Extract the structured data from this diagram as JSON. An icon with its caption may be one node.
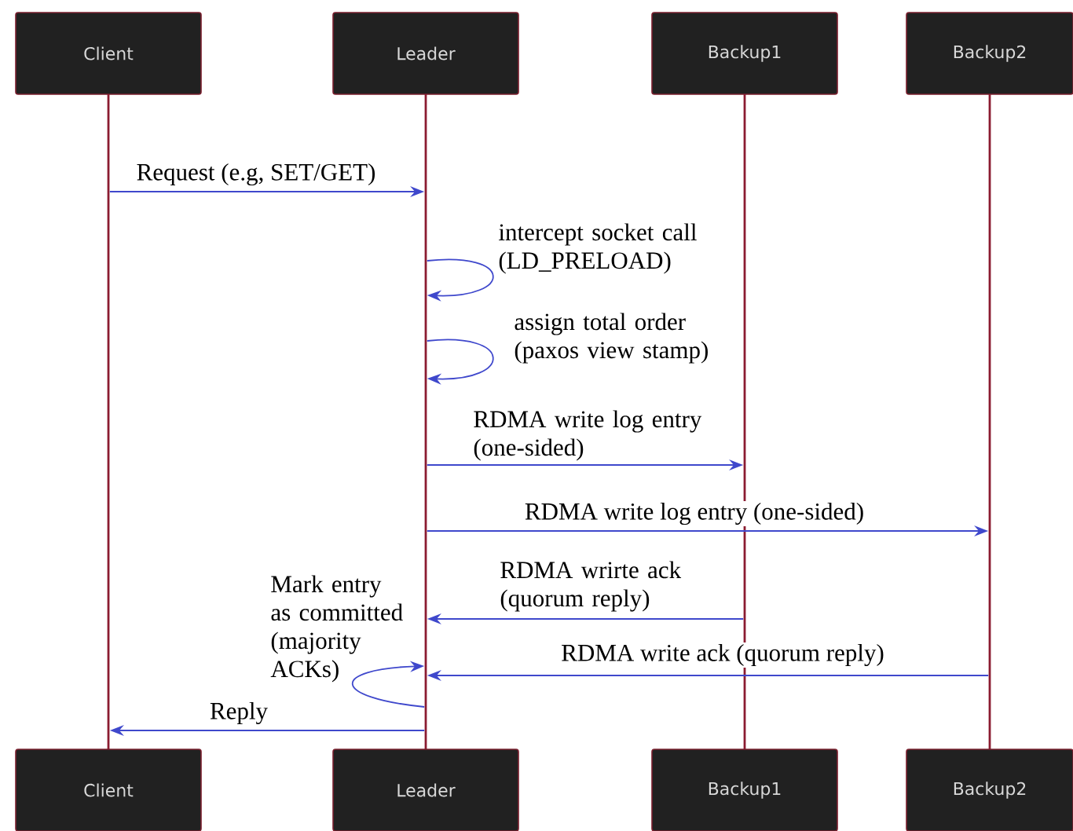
{
  "diagram": {
    "nodes": [
      {
        "text": [
          "Client"
        ]
      },
      {
        "text": [
          "Leader"
        ]
      },
      {
        "text": [
          "Backup1"
        ]
      },
      {
        "text": [
          "Backup2"
        ]
      },
      {
        "text": [],
        "shape": "line"
      },
      {
        "text": [],
        "shape": "line"
      },
      {
        "text": [],
        "shape": "line"
      },
      {
        "text": [],
        "shape": "line"
      },
      {
        "text": [
          "Client"
        ]
      },
      {
        "text": [
          "Leader"
        ]
      },
      {
        "text": [
          "Backup1"
        ]
      },
      {
        "text": [
          "Backup2"
        ]
      }
    ],
    "edges": [
      {
        "from": 4,
        "to": 5,
        "arrow": "to",
        "label": "Request (e.g, SET/GET)"
      },
      {
        "from": 5,
        "to": 5,
        "arrow": "to",
        "label": "intercept socket call (LD_PRELOAD)"
      },
      {
        "from": 5,
        "to": 5,
        "arrow": "to",
        "label": "assign total order (paxos view stamp)"
      },
      {
        "from": 5,
        "to": 6,
        "arrow": "to",
        "label": "RDMA write log entry (one-sided)"
      },
      {
        "from": 5,
        "to": 7,
        "arrow": "to",
        "label": "RDMA write log entry (one-sided)"
      },
      {
        "from": 6,
        "to": 5,
        "arrow": "to",
        "label": "RDMA wrirte ack (quorum reply)"
      },
      {
        "from": 7,
        "to": 5,
        "arrow": "to",
        "label": "RDMA write ack (quorum reply)"
      },
      {
        "from": 5,
        "to": 5,
        "arrow": "to",
        "label": "Mark entry as committed (majority ACKs)"
      },
      {
        "from": 5,
        "to": 4,
        "arrow": "to",
        "label": "Reply"
      }
    ]
  }
}
